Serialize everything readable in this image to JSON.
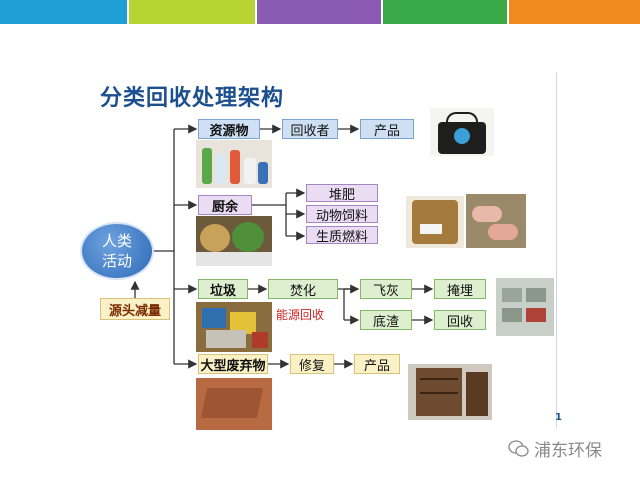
{
  "title": "分类回收处理架构",
  "top_bar_colors": [
    "#1f9fd6",
    "#b8d432",
    "#8b5bb4",
    "#3aa948",
    "#f08a1c"
  ],
  "source": {
    "line1": "人类",
    "line2": "活动"
  },
  "reduction_label": "源头减量",
  "rows": {
    "resources": {
      "label": "资源物",
      "step1": "回收者",
      "step2": "产品"
    },
    "kitchen": {
      "label": "厨余",
      "out1": "堆肥",
      "out2": "动物饲料",
      "out3": "生质燃料"
    },
    "garbage": {
      "label": "垃圾",
      "step1": "焚化",
      "branch1": "飞灰",
      "branch1_end": "掩埋",
      "branch2": "底渣",
      "branch2_end": "回收",
      "energy": "能源回收"
    },
    "bulky": {
      "label": "大型废弃物",
      "step1": "修复",
      "step2": "产品"
    }
  },
  "page_number": "1",
  "watermark": "浦东环保",
  "icon_names": [
    "wechat-icon"
  ]
}
